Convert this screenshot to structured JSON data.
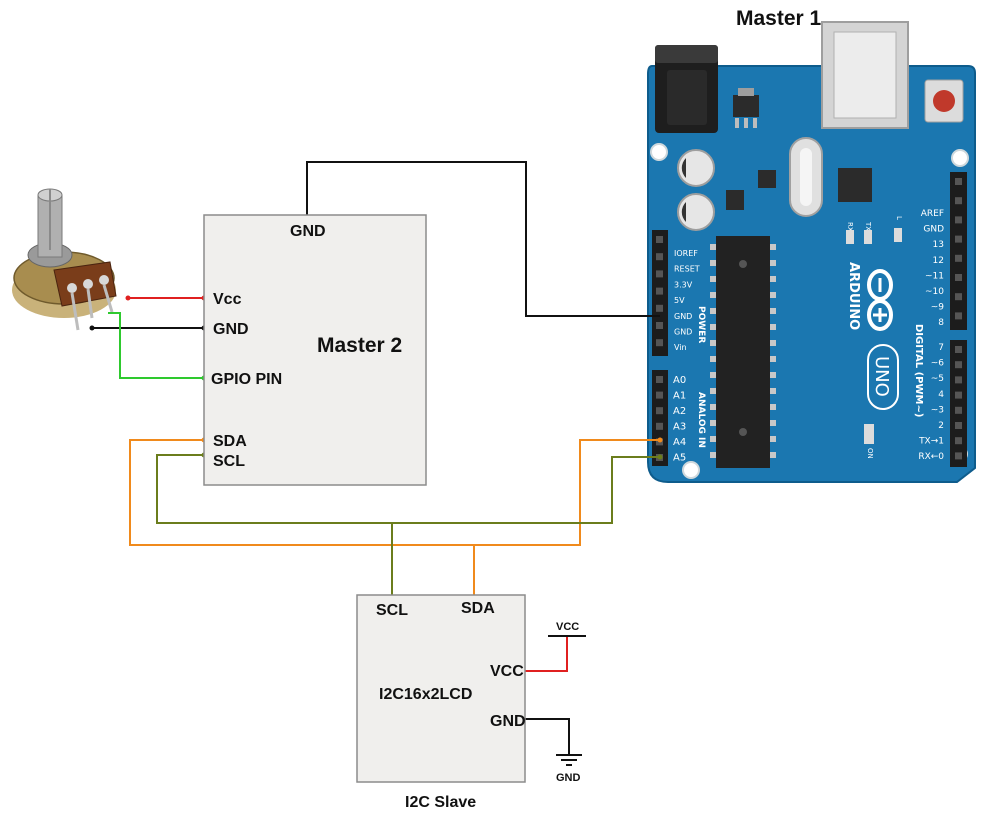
{
  "titles": {
    "master1": "Master 1",
    "master2": "Master 2",
    "slave": "I2C Slave"
  },
  "master2_pins": {
    "gnd": "GND",
    "vcc": "Vcc",
    "gnd2": "GND",
    "gpio": "GPIO PIN",
    "sda": "SDA",
    "scl": "SCL"
  },
  "lcd": {
    "name": "I2C16x2LCD",
    "scl": "SCL",
    "sda": "SDA",
    "vcc": "VCC",
    "gnd": "GND"
  },
  "supply": {
    "vcc": "VCC",
    "gnd": "GND"
  },
  "arduino": {
    "brand": "ARDUINO",
    "model": "UNO",
    "power_header": "POWER",
    "analog_header": "ANALOG IN",
    "digital_header": "DIGITAL (PWM~)",
    "on_label": "ON",
    "led_l": "L",
    "led_tx": "TX",
    "led_rx": "RX",
    "power_pins": [
      "IOREF",
      "RESET",
      "3.3V",
      "5V",
      "GND",
      "GND",
      "Vin"
    ],
    "analog_pins": [
      "A0",
      "A1",
      "A2",
      "A3",
      "A4",
      "A5"
    ],
    "digital_top": [
      "AREF",
      "GND",
      "13",
      "12",
      "~11",
      "~10",
      "~9",
      "8"
    ],
    "digital_bottom": [
      "7",
      "~6",
      "~5",
      "4",
      "~3",
      "2",
      "TX→1",
      "RX←0"
    ]
  },
  "colors": {
    "board": "#1b77b0",
    "board_dark": "#0e5c8c",
    "wire_gnd": "#111111",
    "wire_vcc": "#e02020",
    "wire_gpio": "#2ec92e",
    "wire_sda": "#f08a1c",
    "wire_scl": "#6b7d1c",
    "module_fill": "#f0efed",
    "module_stroke": "#8c8c8c"
  }
}
